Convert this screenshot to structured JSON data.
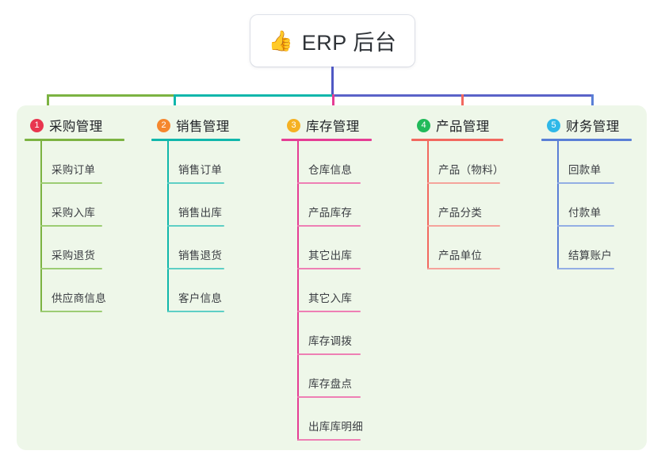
{
  "diagram": {
    "type": "mind-map",
    "root": {
      "icon": "thumbs-up-icon",
      "emoji": "👍",
      "title": "ERP 后台"
    },
    "panel_color": "#eef7e9",
    "stem_color": "#4f58c4",
    "connector_segments": [
      {
        "name": "segment-green",
        "color": "#7cb342"
      },
      {
        "name": "segment-teal",
        "color": "#10b7ab"
      },
      {
        "name": "segment-blue",
        "color": "#5a63c8"
      }
    ],
    "columns": [
      {
        "number": "1",
        "title": "采购管理",
        "badge_color": "#e8364f",
        "line_color": "#7cb342",
        "leaf_line_color": "#9ccc73",
        "items": [
          "采购订单",
          "采购入库",
          "采购退货",
          "供应商信息"
        ]
      },
      {
        "number": "2",
        "title": "销售管理",
        "badge_color": "#f5872e",
        "line_color": "#10b7ab",
        "leaf_line_color": "#5ecfc5",
        "items": [
          "销售订单",
          "销售出库",
          "销售退货",
          "客户信息"
        ]
      },
      {
        "number": "3",
        "title": "库存管理",
        "badge_color": "#f5b123",
        "line_color": "#e53d94",
        "leaf_line_color": "#ee7fb4",
        "items": [
          "仓库信息",
          "产品库存",
          "其它出库",
          "其它入库",
          "库存调拨",
          "库存盘点",
          "出库库明细"
        ]
      },
      {
        "number": "4",
        "title": "产品管理",
        "badge_color": "#21ba5a",
        "line_color": "#f2685f",
        "leaf_line_color": "#f5a39b",
        "items": [
          "产品（物料）",
          "产品分类",
          "产品单位"
        ]
      },
      {
        "number": "5",
        "title": "财务管理",
        "badge_color": "#2fb8e8",
        "line_color": "#5a7fd6",
        "leaf_line_color": "#93aee4",
        "items": [
          "回款单",
          "付款单",
          "结算账户"
        ]
      }
    ]
  }
}
